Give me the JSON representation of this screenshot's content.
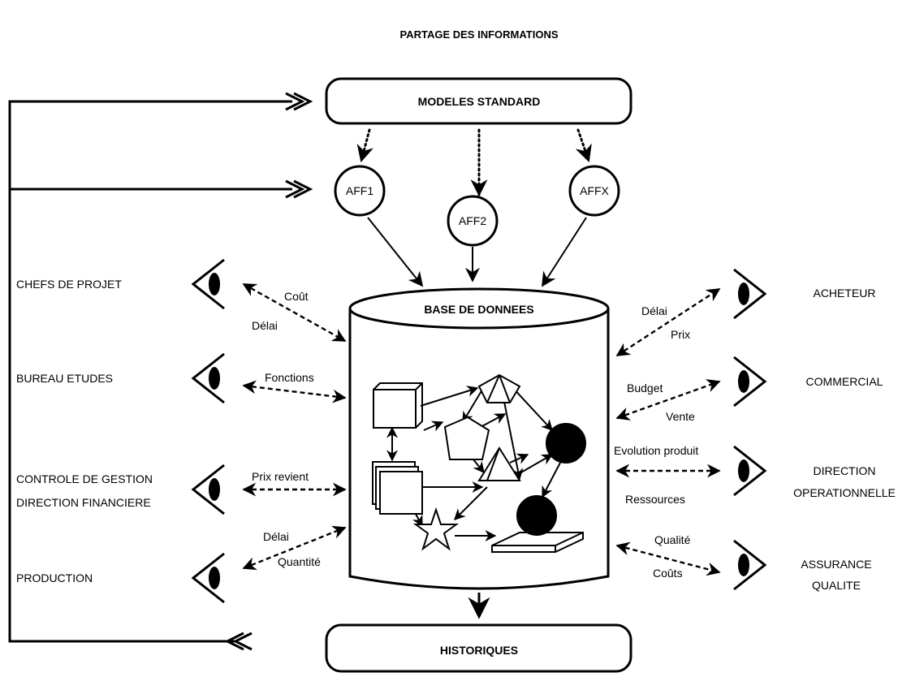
{
  "title": "PARTAGE DES INFORMATIONS",
  "boxes": {
    "modeles": "MODELES STANDARD",
    "base": "BASE DE DONNEES",
    "historiques": "HISTORIQUES"
  },
  "affaires": [
    "AFF1",
    "AFF2",
    "AFFX"
  ],
  "actors_left": {
    "chefs": "CHEFS DE PROJET",
    "bureau": "BUREAU ETUDES",
    "controle_1": "CONTROLE DE GESTION",
    "controle_2": "DIRECTION FINANCIERE",
    "production": "PRODUCTION"
  },
  "actors_right": {
    "acheteur": "ACHETEUR",
    "commercial": "COMMERCIAL",
    "direction_1": "DIRECTION",
    "direction_2": "OPERATIONNELLE",
    "assurance_1": "ASSURANCE",
    "assurance_2": "QUALITE"
  },
  "flows": {
    "cout": "Coût",
    "delai_chefs": "Délai",
    "fonctions": "Fonctions",
    "prix_revient": "Prix revient",
    "delai_prod": "Délai",
    "quantite": "Quantité",
    "delai_ach": "Délai",
    "prix": "Prix",
    "budget": "Budget",
    "vente": "Vente",
    "evolution": "Evolution produit",
    "ressources": "Ressources",
    "qualite": "Qualité",
    "couts": "Coûts"
  },
  "colors": {
    "ink": "#000000",
    "paper": "#ffffff"
  },
  "icons": [
    "eye-icon",
    "double-chevron-arrow-icon",
    "cube-icon",
    "pyramid-icon",
    "pentagon-icon",
    "star-icon",
    "sphere-icon",
    "stacked-squares-icon",
    "triangle-icon",
    "plate-icon"
  ]
}
